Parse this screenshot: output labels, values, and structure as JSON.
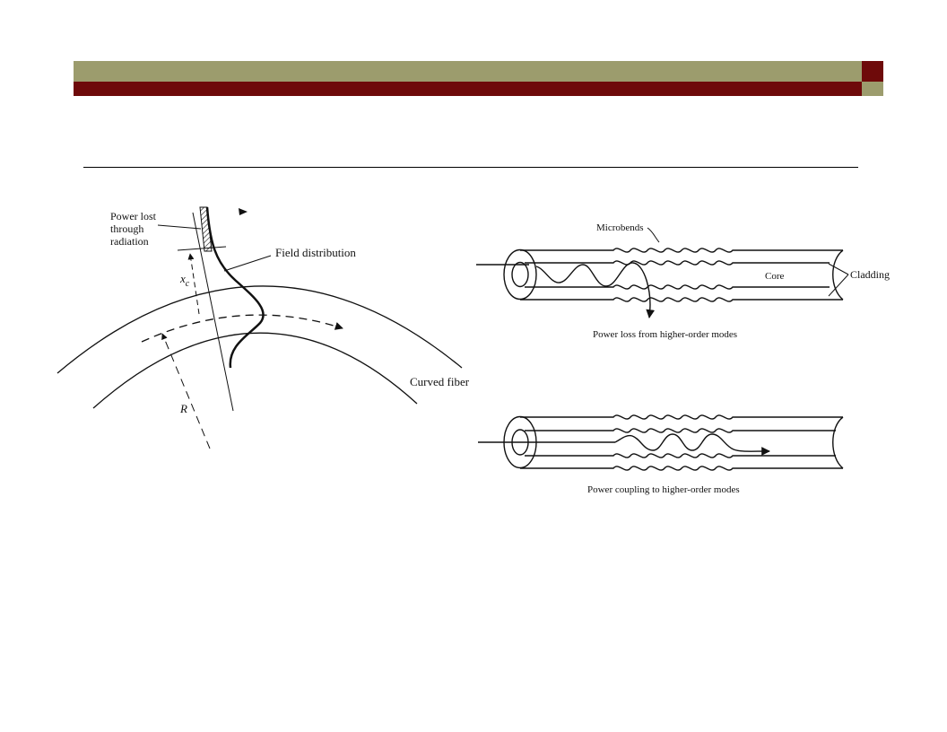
{
  "colors": {
    "header_olive": "#9c9c6d",
    "header_maroon": "#6e0a0a",
    "line": "#111111"
  },
  "bend_figure": {
    "power_lost": [
      "Power lost",
      "through",
      "radiation"
    ],
    "field_distribution": "Field distribution",
    "curved_fiber": "Curved fiber",
    "xc_symbol": "x",
    "xc_subscript": "c",
    "radius_symbol": "R"
  },
  "microbend_figure": {
    "microbends": "Microbends",
    "core": "Core",
    "cladding": "Cladding",
    "caption_loss": "Power loss from higher-order modes",
    "caption_coupling": "Power coupling to higher-order modes"
  }
}
